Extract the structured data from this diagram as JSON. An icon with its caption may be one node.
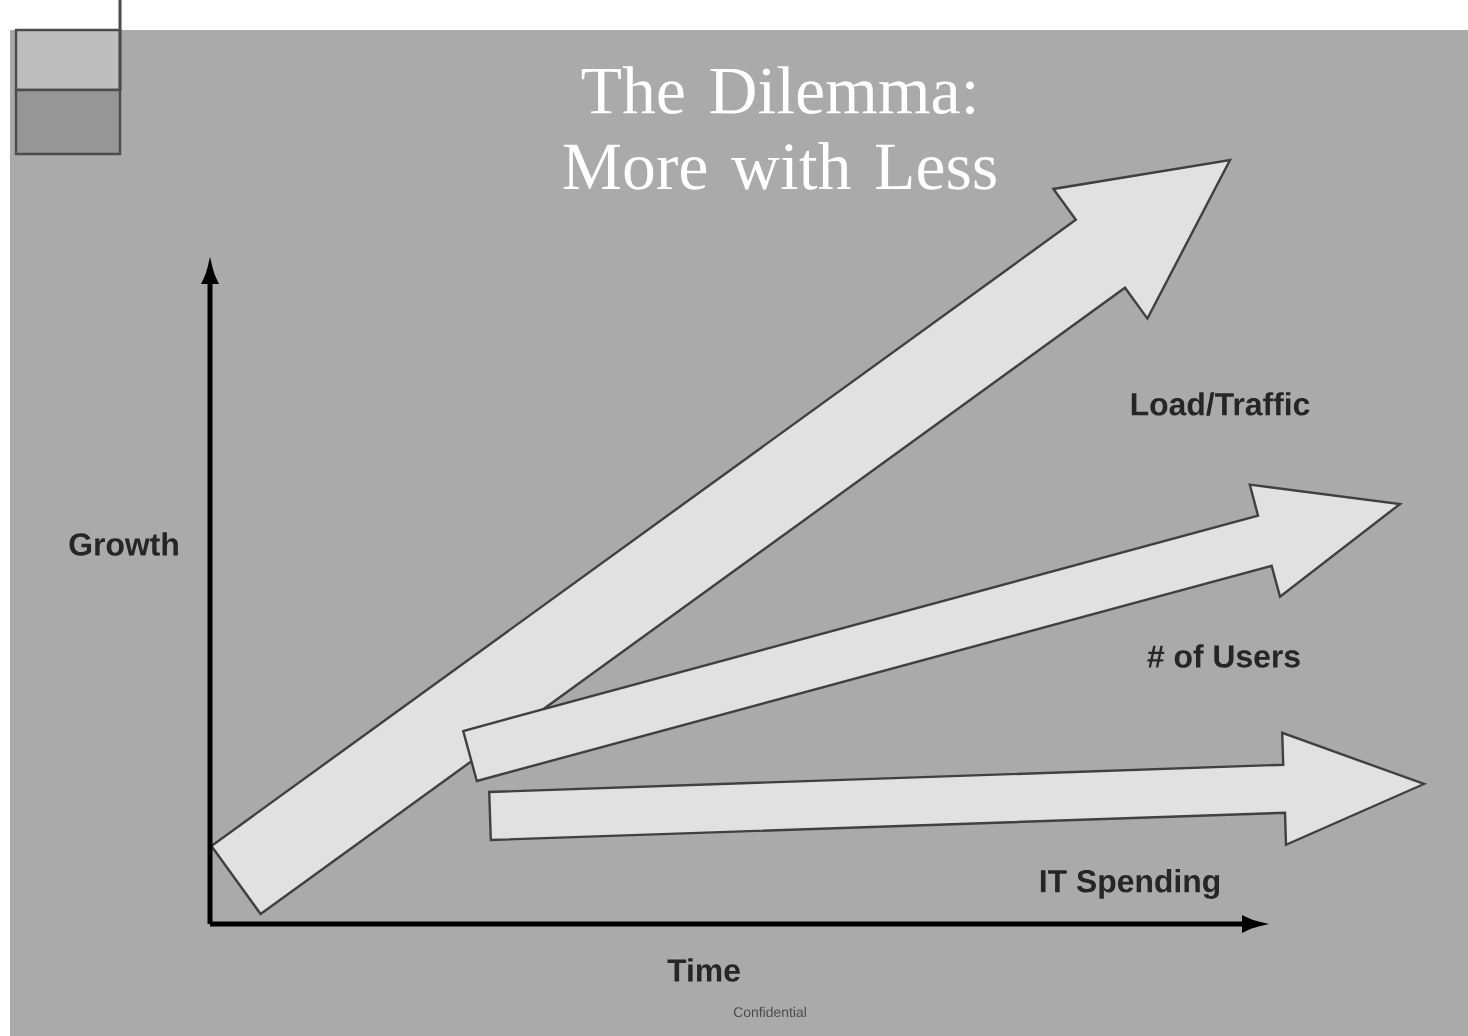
{
  "diagram": {
    "title": "The Dilemma: More with Less",
    "labels": [
      "Growth",
      "Load/Traffic",
      "# of Users",
      "IT Spending",
      "Time",
      "Confidential"
    ]
  }
}
